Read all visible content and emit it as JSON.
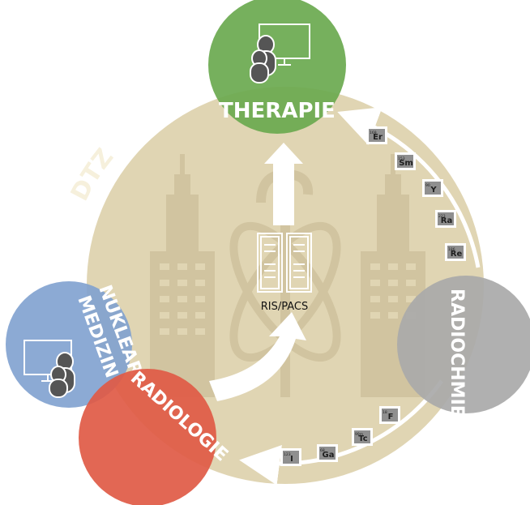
{
  "diagram": {
    "center_label": "DTZ",
    "hub_label": "RIS/PACS",
    "nodes": {
      "therapie": {
        "label": "THERAPIE",
        "color": "#6aa94f"
      },
      "nuklearmedizin": {
        "label_line1": "NUKLEAR-",
        "label_line2": "MEDIZIN",
        "color": "#7fa1cf"
      },
      "radiologie": {
        "label": "RADIOLOGIE",
        "color": "#e05a45"
      },
      "radiochemie": {
        "label": "RADIOCHMIE",
        "color": "#a9a9a9"
      }
    },
    "background_color": "#e0d5b3",
    "therapy_isotopes": [
      {
        "mass": "169",
        "symbol": "Er"
      },
      {
        "mass": "153",
        "symbol": "Sm"
      },
      {
        "mass": "90",
        "symbol": "Y"
      },
      {
        "mass": "223",
        "symbol": "Ra"
      },
      {
        "mass": "186",
        "symbol": "Re"
      }
    ],
    "diagnostic_isotopes": [
      {
        "mass": "18",
        "symbol": "F"
      },
      {
        "mass": "99m",
        "symbol": "Tc"
      },
      {
        "mass": "68",
        "symbol": "Ga"
      },
      {
        "mass": "123",
        "symbol": "I"
      }
    ]
  }
}
